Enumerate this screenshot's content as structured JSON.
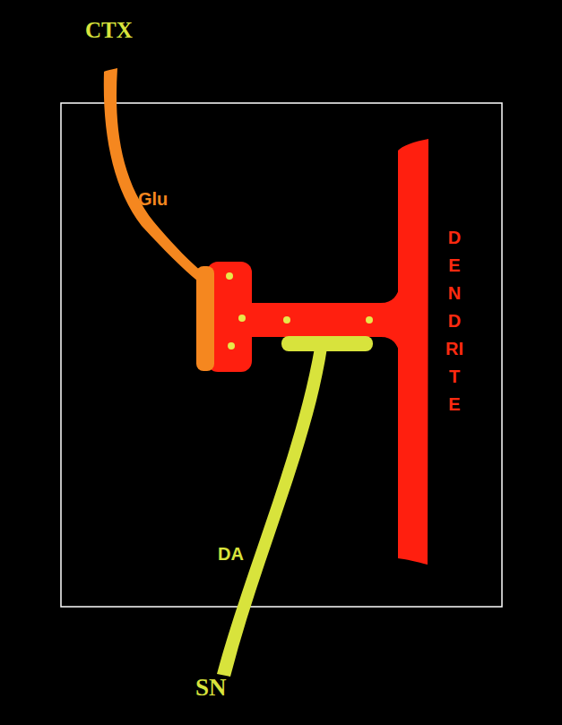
{
  "diagram": {
    "labels": [
      "CTX",
      "Glu",
      "DENDRITE",
      "DA",
      "SN"
    ]
  }
}
